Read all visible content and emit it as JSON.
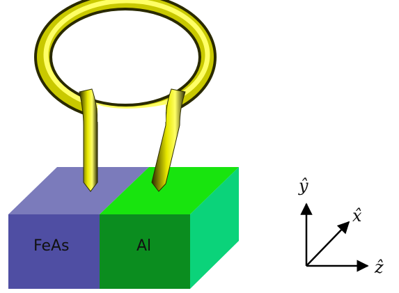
{
  "blocks": {
    "left": {
      "label": "FeAs",
      "colors": {
        "front": "#4f4ea3",
        "top": "#7b7bbb"
      }
    },
    "right": {
      "label": "Al",
      "colors": {
        "front": "#0b8d1f",
        "top": "#18e40e",
        "side": "#0bd37a"
      }
    }
  },
  "loop": {
    "colors": {
      "highlight": "#ffff66",
      "mid": "#e8e800",
      "dark": "#2a2a00"
    }
  },
  "axes": {
    "x": "x̂",
    "y": "ŷ",
    "z": "ẑ",
    "color": "#000000"
  }
}
